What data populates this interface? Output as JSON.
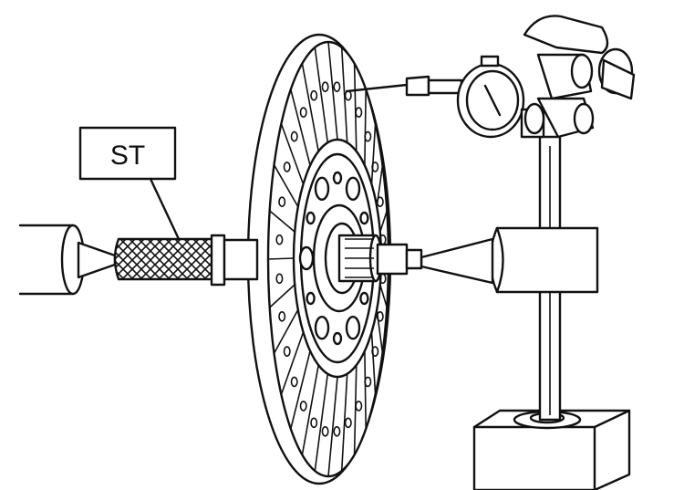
{
  "callout": {
    "label": "ST"
  },
  "colors": {
    "ink": "#111111",
    "background": "#ffffff"
  },
  "parts": [
    "left-center-shaft",
    "special-tool-knurled-sleeve",
    "clutch-disc",
    "dial-indicator",
    "magnetic-stand",
    "right-center-shaft"
  ]
}
